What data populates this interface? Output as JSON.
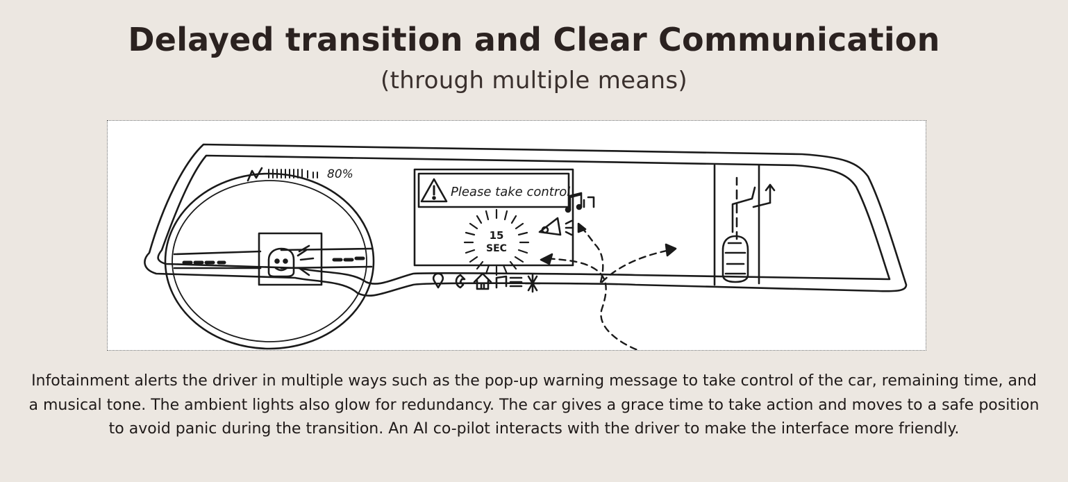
{
  "header": {
    "title": "Delayed transition and Clear Communication",
    "subtitle": "(through multiple means)"
  },
  "sketch": {
    "battery_label": "80%",
    "popup_text": "Please take control",
    "countdown_value": "15",
    "countdown_unit": "SEC",
    "bottom_icons": [
      "location-pin-icon",
      "phone-icon",
      "home-icon",
      "music-note-icon",
      "menu-icon",
      "fan-icon"
    ]
  },
  "caption": {
    "text": "Infotainment alerts the driver in multiple ways such as the pop-up warning message to take control of the car, remaining time, and a musical tone. The ambient lights also glow for redundancy. The car gives a grace time to take action and moves to a safe position to avoid panic during the transition. An AI co-pilot interacts with the driver to make the interface more friendly."
  },
  "colors": {
    "background": "#ece7e1",
    "ink": "#2b2220",
    "sketch_paper": "#ffffff"
  }
}
